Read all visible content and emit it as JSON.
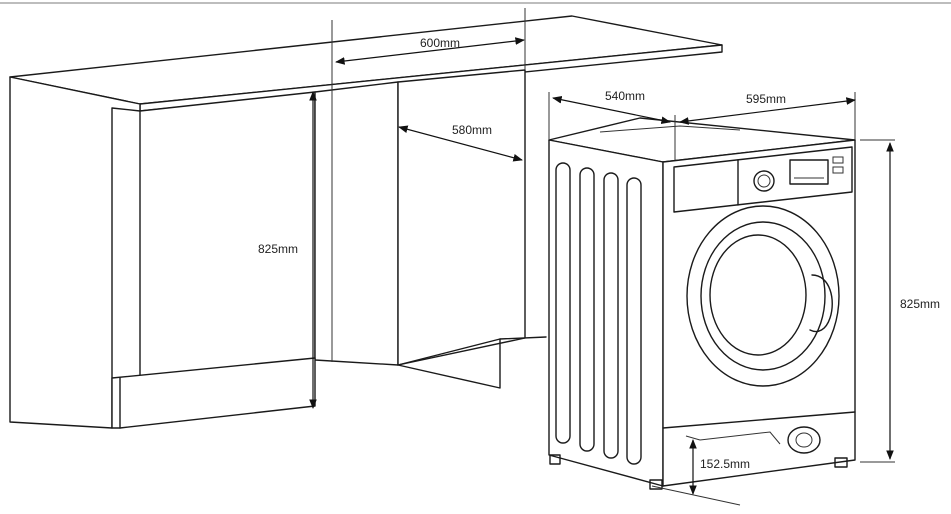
{
  "dimensions": {
    "cabinet_width": "600mm",
    "cabinet_depth": "580mm",
    "cabinet_height": "825mm",
    "machine_depth": "540mm",
    "machine_width": "595mm",
    "machine_height": "825mm",
    "plinth_height": "152.5mm"
  },
  "colors": {
    "line": "#1a1a1a",
    "background": "#ffffff",
    "frame": "#bdbdbd"
  }
}
